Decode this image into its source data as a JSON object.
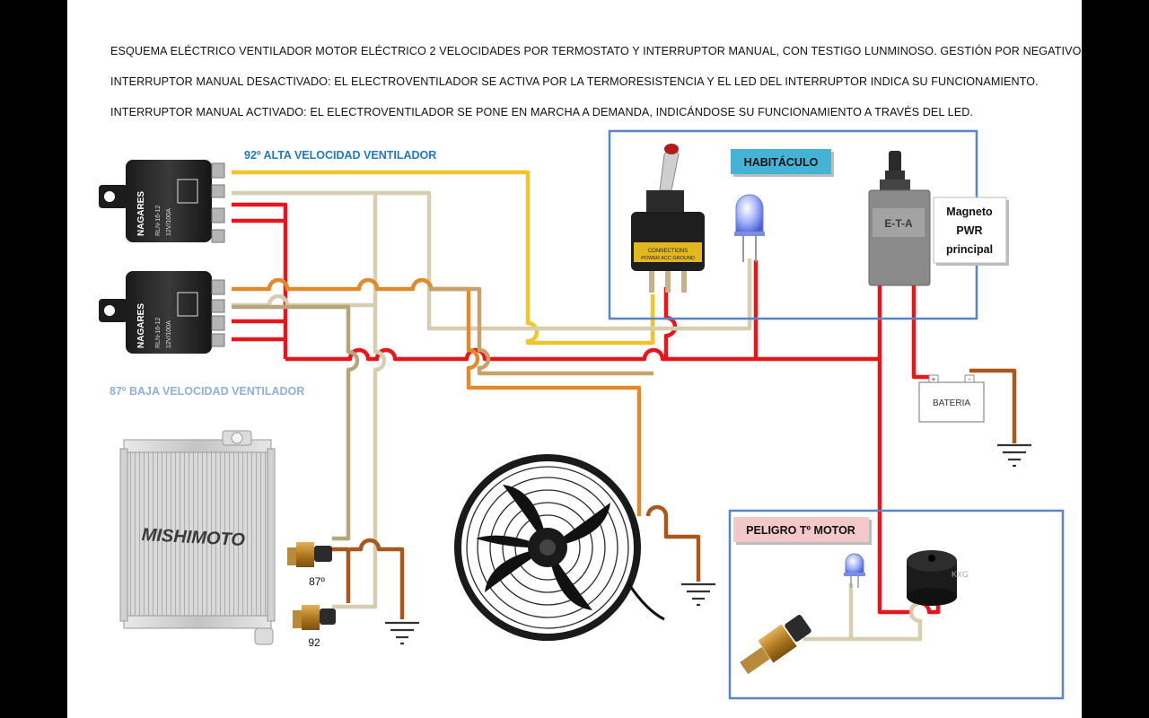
{
  "header": {
    "line1": "ESQUEMA ELÉCTRICO VENTILADOR MOTOR ELÉCTRICO 2 VELOCIDADES POR TERMOSTATO Y INTERRUPTOR MANUAL, CON TESTIGO LUNMINOSO. GESTIÓN POR NEGATIVO.",
    "line2": "INTERRUPTOR MANUAL DESACTIVADO: EL ELECTROVENTILADOR SE ACTIVA POR LA TERMORESISTENCIA Y EL LED DEL INTERRUPTOR INDICA SU FUNCIONAMIENTO.",
    "line3": "INTERRUPTOR MANUAL ACTIVADO: EL ELECTROVENTILADOR SE PONE EN MARCHA A DEMANDA, INDICÁNDOSE SU FUNCIONAMIENTO A TRAVÉS DEL LED."
  },
  "labels": {
    "high_speed": "92º ALTA VELOCIDAD VENTILADOR",
    "low_speed": "87º BAJA VELOCIDAD VENTILADOR",
    "cabin": "HABITÁCULO",
    "magneto_line1": "Magneto",
    "magneto_line2": "PWR",
    "magneto_line3": "principal",
    "battery": "BATERIA",
    "danger": "PELIGRO Tº MOTOR",
    "sensor_87": "87º",
    "sensor_92": "92",
    "radiator_brand": "MISHIMOTO"
  },
  "relay": {
    "brand": "NAGARES",
    "model": "RLN-16-12",
    "rating": "12V/100A"
  },
  "toggle_text": {
    "line1": "CONNECTIONS",
    "line2": "POWER ACC GROUND"
  },
  "breaker_text": "E-T-A",
  "battery_terminals": {
    "pos": "+",
    "neg": "-"
  },
  "buzzer_text": "KXG",
  "colors": {
    "red": "#e8151b",
    "yellow": "#f2c42c",
    "beige": "#d6ceb0",
    "orange": "#e08a2c",
    "tan": "#c9b48a",
    "olive": "#b5a679",
    "brown": "#a8581b",
    "blue_frame": "#5b84c4",
    "high_label": "#1f78c8",
    "low_label": "#8fb0d8"
  }
}
